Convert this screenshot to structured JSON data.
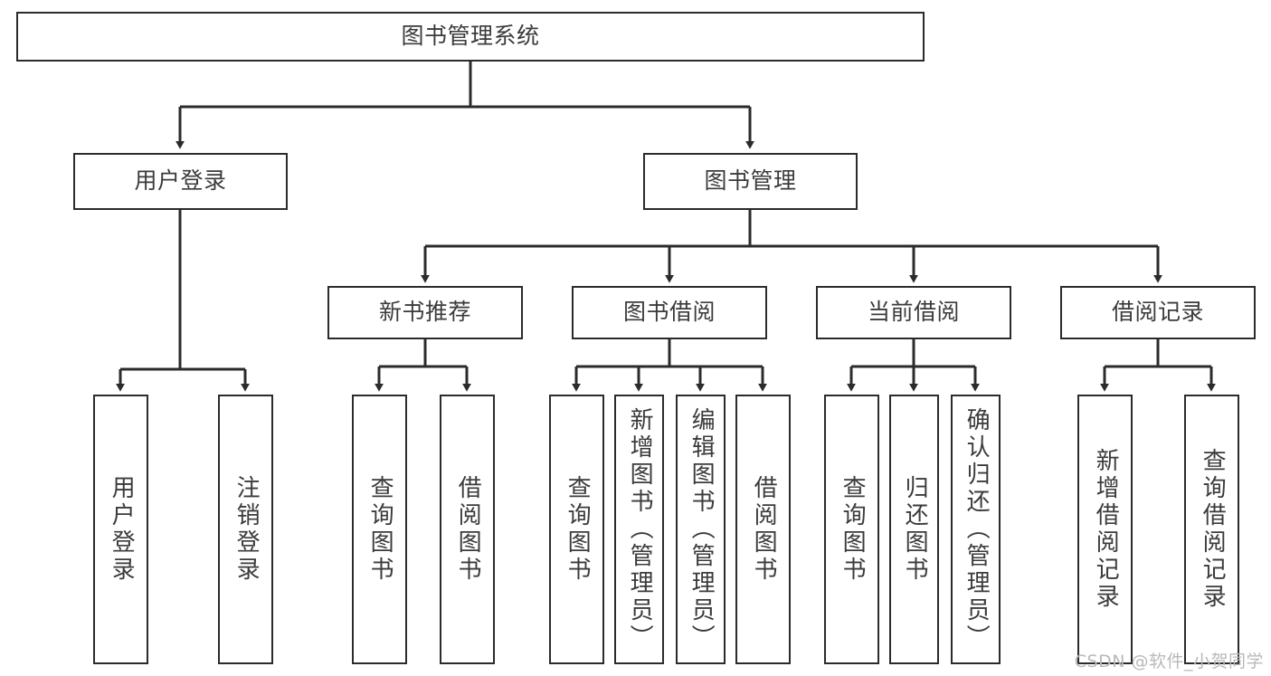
{
  "diagram": {
    "type": "tree",
    "title": "图书管理系统",
    "watermark": "CSDN @软件_小贺同学",
    "colors": {
      "box_border": "#2b2b2b",
      "box_fill": "#ffffff",
      "connector": "#2b2b2b",
      "text": "#3b3b3b",
      "watermark": "#b9b9b9",
      "background": "#ffffff"
    },
    "nodes": {
      "root": {
        "label": "图书管理系统"
      },
      "level2": [
        {
          "id": "user-login",
          "label": "用户登录"
        },
        {
          "id": "book-management",
          "label": "图书管理"
        }
      ],
      "level3": [
        {
          "id": "new-book-recommend",
          "label": "新书推荐"
        },
        {
          "id": "book-borrow",
          "label": "图书借阅"
        },
        {
          "id": "current-borrow",
          "label": "当前借阅"
        },
        {
          "id": "borrow-record",
          "label": "借阅记录"
        }
      ],
      "leaves": {
        "user-login": [
          {
            "id": "leaf-user-login",
            "label": "用户登录"
          },
          {
            "id": "leaf-user-logout",
            "label": "注销登录"
          }
        ],
        "new-book-recommend": [
          {
            "id": "leaf-query-book-1",
            "label": "查询图书"
          },
          {
            "id": "leaf-borrow-book-1",
            "label": "借阅图书"
          }
        ],
        "book-borrow": [
          {
            "id": "leaf-query-book-2",
            "label": "查询图书"
          },
          {
            "id": "leaf-add-book",
            "label": "新增图书（管理员）"
          },
          {
            "id": "leaf-edit-book",
            "label": "编辑图书（管理员）"
          },
          {
            "id": "leaf-borrow-book-2",
            "label": "借阅图书"
          }
        ],
        "current-borrow": [
          {
            "id": "leaf-query-book-3",
            "label": "查询图书"
          },
          {
            "id": "leaf-return-book",
            "label": "归还图书"
          },
          {
            "id": "leaf-confirm-return",
            "label": "确认归还（管理员）"
          }
        ],
        "borrow-record": [
          {
            "id": "leaf-add-record",
            "label": "新增借阅记录"
          },
          {
            "id": "leaf-query-record",
            "label": "查询借阅记录"
          }
        ]
      }
    }
  }
}
